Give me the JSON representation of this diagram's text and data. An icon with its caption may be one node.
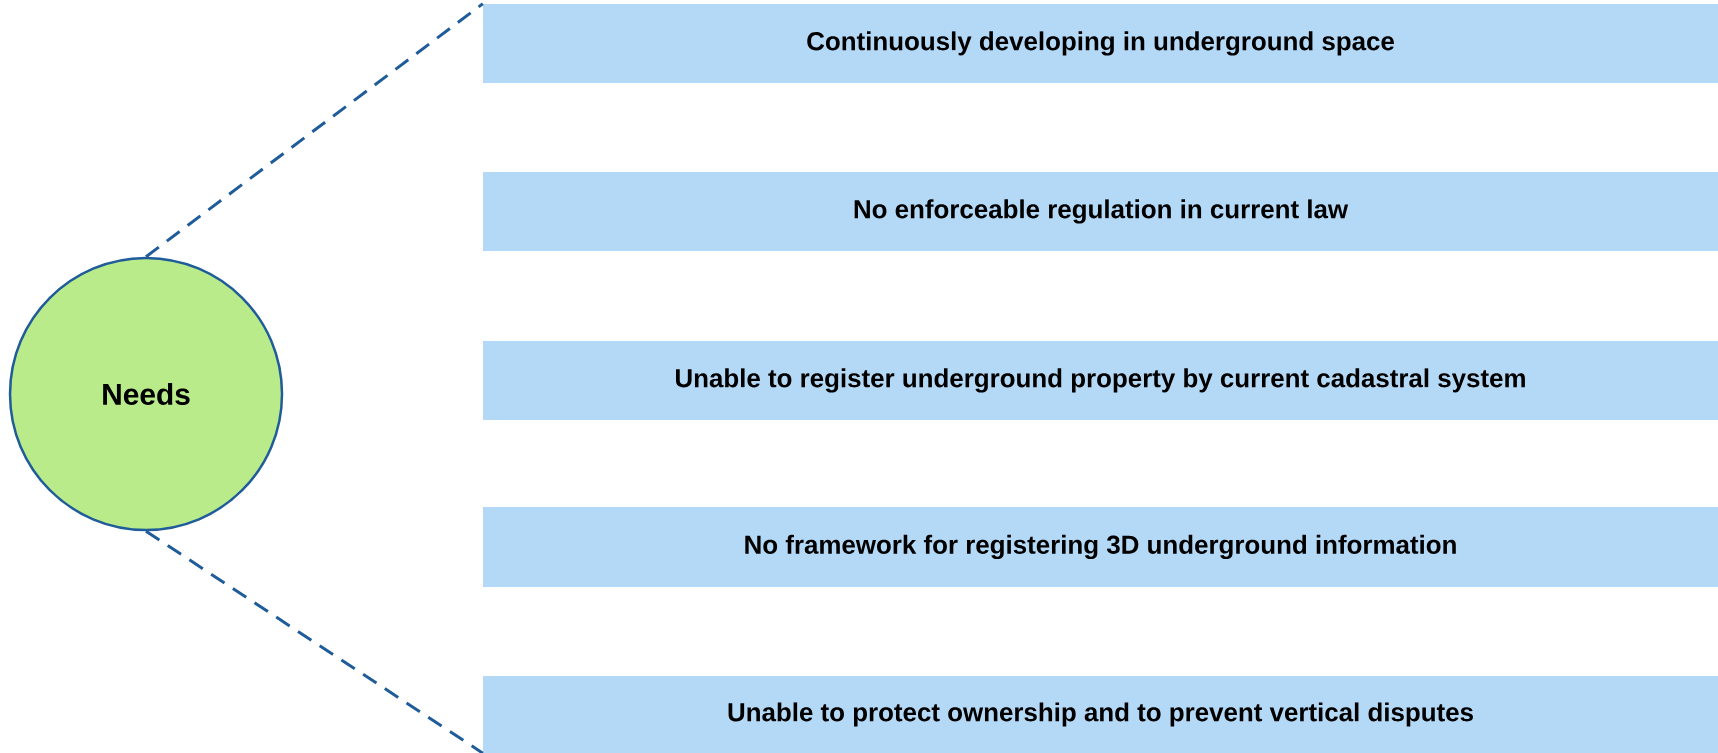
{
  "diagram": {
    "nodes": [
      {
        "text": [
          "Needs"
        ]
      },
      {
        "text": [
          "Continuously developing in underground space"
        ]
      },
      {
        "text": [
          "No enforceable regulation in current law"
        ]
      },
      {
        "text": [
          "Unable to register underground property by current cadastral system"
        ]
      },
      {
        "text": [
          "No framework for registering 3D underground information"
        ]
      },
      {
        "text": [
          "Unable to protect ownership and to prevent vertical disputes"
        ]
      }
    ],
    "edges": [
      {
        "from": 0,
        "to": 1,
        "arrow": "none",
        "style": "dashed"
      },
      {
        "from": 0,
        "to": 5,
        "arrow": "none",
        "style": "dashed"
      }
    ]
  }
}
